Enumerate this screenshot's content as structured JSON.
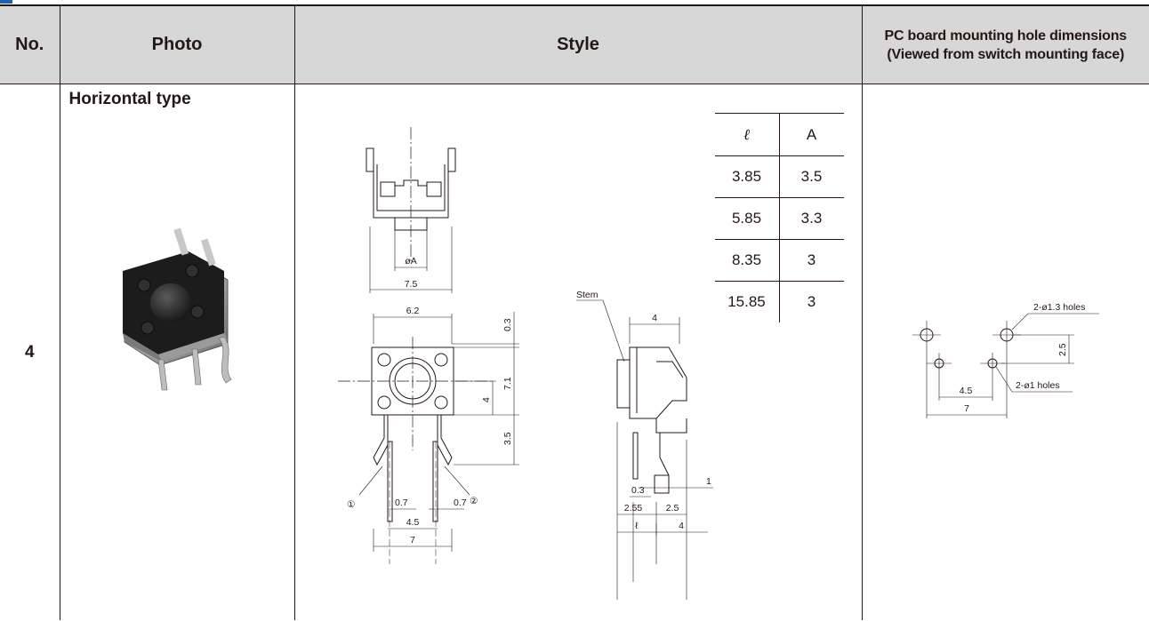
{
  "header": {
    "no": "No.",
    "photo": "Photo",
    "style": "Style",
    "pcb_line1": "PC board mounting hole dimensions",
    "pcb_line2": "(Viewed from switch mounting face)"
  },
  "row": {
    "no": "4",
    "photo_caption": "Horizontal type"
  },
  "dimension_table": {
    "headers": [
      "ℓ",
      "A"
    ],
    "rows": [
      [
        "3.85",
        "3.5"
      ],
      [
        "5.85",
        "3.3"
      ],
      [
        "8.35",
        "3"
      ],
      [
        "15.85",
        "3"
      ]
    ]
  },
  "drawing_labels": {
    "front_top": {
      "diameter": "øA",
      "width": "7.5"
    },
    "front": {
      "width": "6.2",
      "top_offset": "0.3",
      "body_height": "7.1",
      "center": "4",
      "leg": "3.5",
      "pin1": "①",
      "pin2": "②",
      "pin_w1": "0.7",
      "pin_w2": "0.7",
      "pitch": "4.5",
      "total": "7"
    },
    "side": {
      "stem": "Stem",
      "width": "4",
      "pin": "1",
      "offset": "0.3",
      "d1": "2.55",
      "d2": "2.5",
      "ell": "ℓ",
      "d3": "4"
    },
    "pcb": {
      "large_holes": "2-ø1.3 holes",
      "small_holes": "2-ø1 holes",
      "vertical": "2.5",
      "inner": "4.5",
      "outer": "7"
    }
  }
}
